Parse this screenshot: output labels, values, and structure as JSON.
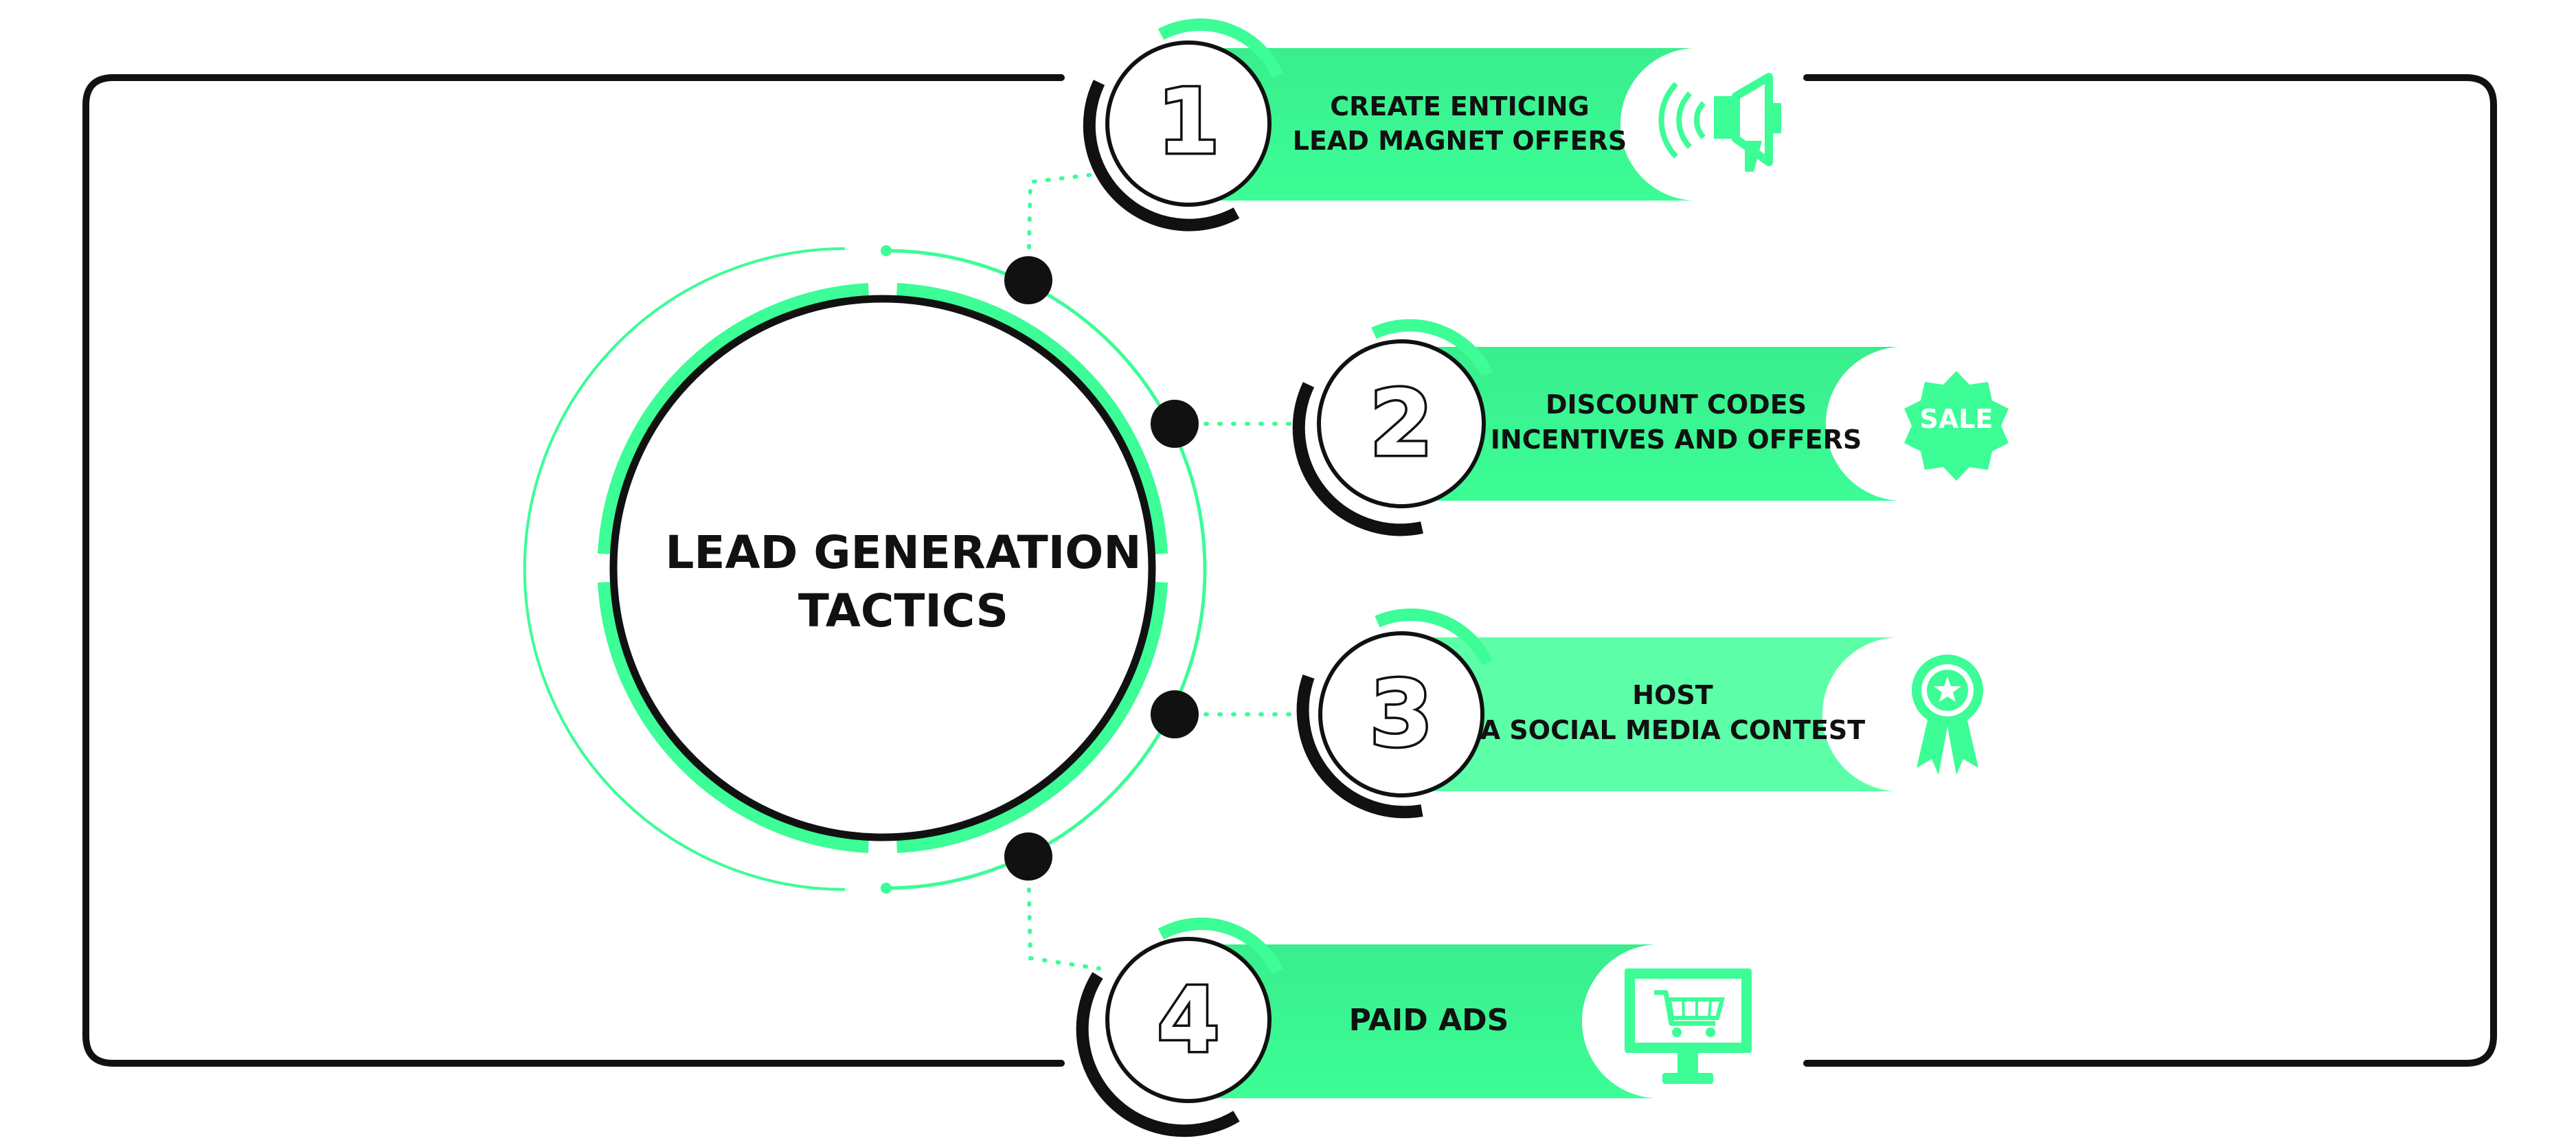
{
  "center": {
    "title_line1": "LEAD GENERATION",
    "title_line2": "TACTICS"
  },
  "steps": [
    {
      "number": "1",
      "line1": "CREATE ENTICING",
      "line2": "LEAD MAGNET OFFERS",
      "icon": "megaphone-icon"
    },
    {
      "number": "2",
      "line1": "DISCOUNT CODES",
      "line2": "INCENTIVES AND OFFERS",
      "icon": "sale-badge-icon",
      "icon_text": "SALE"
    },
    {
      "number": "3",
      "line1": "HOST",
      "line2": "A SOCIAL MEDIA CONTEST",
      "icon": "award-ribbon-icon"
    },
    {
      "number": "4",
      "line1": "PAID ADS",
      "line2": "",
      "icon": "monitor-cart-icon"
    }
  ],
  "colors": {
    "accent": "#3cfd96",
    "accent_light": "#5cffa8",
    "dark": "#111111",
    "background": "#ffffff"
  }
}
